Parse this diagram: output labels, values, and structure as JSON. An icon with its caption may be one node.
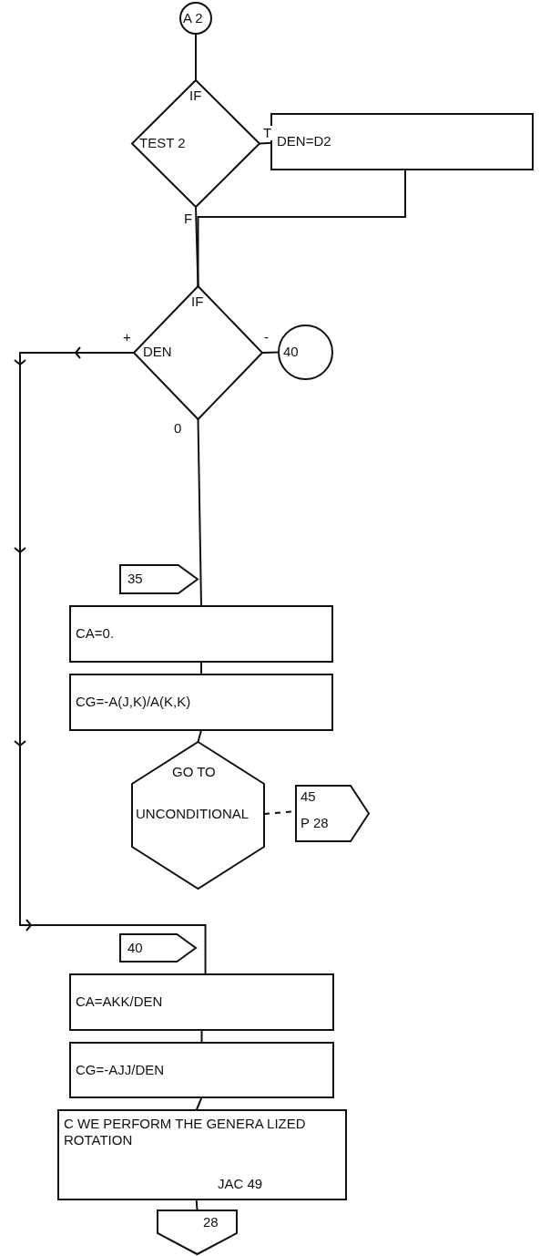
{
  "diagram": {
    "nodes": [
      {
        "text": [
          "A 2"
        ]
      },
      {
        "text": [
          "IF",
          "TEST 2"
        ]
      },
      {
        "text": [
          "DEN=D2"
        ]
      },
      {
        "text": [
          "IF",
          "DEN"
        ]
      },
      {
        "text": [
          "40"
        ]
      },
      {
        "text": [
          "35"
        ]
      },
      {
        "text": [
          "CA=0."
        ]
      },
      {
        "text": [
          "CG=-A(J,K)/A(K,K)"
        ]
      },
      {
        "text": [
          "GO TO",
          "UNCONDITIONAL"
        ]
      },
      {
        "text": [
          "45",
          "P 28"
        ]
      },
      {
        "text": [
          "40"
        ]
      },
      {
        "text": [
          "CA=AKK/DEN"
        ]
      },
      {
        "text": [
          "CG=-AJJ/DEN"
        ]
      },
      {
        "text": [
          "C WE PERFORM THE GENERA LIZED ROTATION",
          "JAC 49"
        ]
      },
      {
        "text": [
          "28"
        ]
      }
    ],
    "edges": [
      {
        "from": 0,
        "to": 1,
        "arrow": "none"
      },
      {
        "from": 1,
        "to": 2,
        "arrow": "none",
        "label": "T"
      },
      {
        "from": 2,
        "to": 3,
        "arrow": "none"
      },
      {
        "from": 1,
        "to": 3,
        "arrow": "none",
        "label": "F"
      },
      {
        "from": 3,
        "to": 4,
        "arrow": "none",
        "label": "-"
      },
      {
        "from": 3,
        "to": 11,
        "arrow": "to",
        "label": "+"
      },
      {
        "from": 3,
        "to": 6,
        "arrow": "none",
        "label": "0"
      },
      {
        "from": 6,
        "to": 7,
        "arrow": "none"
      },
      {
        "from": 7,
        "to": 8,
        "arrow": "none"
      },
      {
        "from": 8,
        "to": 9,
        "arrow": "none",
        "style": "dashed"
      },
      {
        "from": 11,
        "to": 12,
        "arrow": "none"
      },
      {
        "from": 12,
        "to": 13,
        "arrow": "none"
      },
      {
        "from": 13,
        "to": 14,
        "arrow": "none"
      }
    ]
  }
}
